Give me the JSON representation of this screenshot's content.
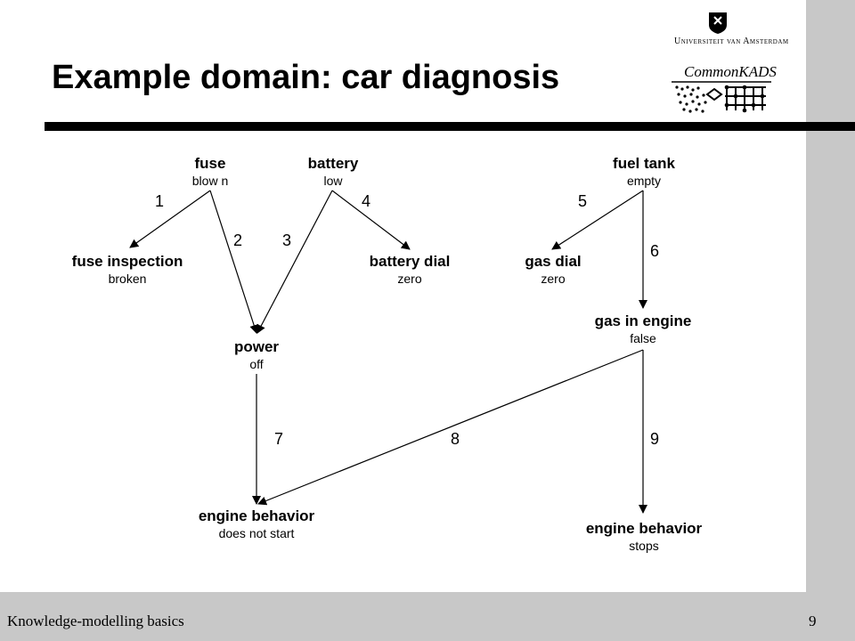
{
  "slide": {
    "title": "Example domain: car diagnosis",
    "footer_left": "Knowledge-modelling basics",
    "page_number": "9"
  },
  "logos": {
    "university": "Universiteit van Amsterdam",
    "commonkads": "CommonKADS"
  },
  "diagram": {
    "nodes": {
      "fuse": {
        "name": "fuse",
        "value": "blow n"
      },
      "battery": {
        "name": "battery",
        "value": "low"
      },
      "fuel_tank": {
        "name": "fuel tank",
        "value": "empty"
      },
      "fuse_inspection": {
        "name": "fuse inspection",
        "value": "broken"
      },
      "battery_dial": {
        "name": "battery dial",
        "value": "zero"
      },
      "gas_dial": {
        "name": "gas dial",
        "value": "zero"
      },
      "gas_in_engine": {
        "name": "gas in engine",
        "value": "false"
      },
      "power": {
        "name": "power",
        "value": "off"
      },
      "engine_behavior_1": {
        "name": "engine behavior",
        "value": "does not start"
      },
      "engine_behavior_2": {
        "name": "engine behavior",
        "value": "stops"
      }
    },
    "edges": [
      {
        "label": "1",
        "from": "fuse",
        "to": "fuse inspection"
      },
      {
        "label": "2",
        "from": "fuse",
        "to": "power"
      },
      {
        "label": "3",
        "from": "battery",
        "to": "power"
      },
      {
        "label": "4",
        "from": "battery",
        "to": "battery dial"
      },
      {
        "label": "5",
        "from": "fuel tank",
        "to": "gas dial"
      },
      {
        "label": "6",
        "from": "fuel tank",
        "to": "gas in engine"
      },
      {
        "label": "7",
        "from": "power",
        "to": "engine behavior"
      },
      {
        "label": "8",
        "from": "gas in engine",
        "to": "engine behavior"
      },
      {
        "label": "9",
        "from": "gas in engine",
        "to": "engine behavior"
      }
    ]
  }
}
